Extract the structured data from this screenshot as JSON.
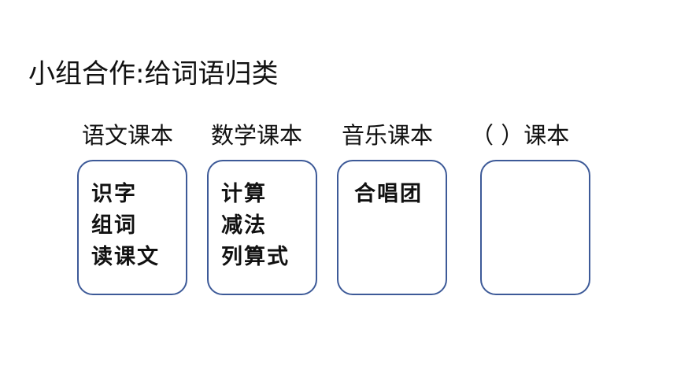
{
  "title": "小组合作:给词语归类",
  "categories": [
    {
      "header": "语文课本",
      "words": [
        "识字",
        "组词",
        "读课文"
      ]
    },
    {
      "header": "数学课本",
      "words": [
        "计算",
        "减法",
        "列算式"
      ]
    },
    {
      "header": "音乐课本",
      "words": [
        "合唱团"
      ]
    },
    {
      "header": "（    ）课本",
      "words": []
    }
  ]
}
